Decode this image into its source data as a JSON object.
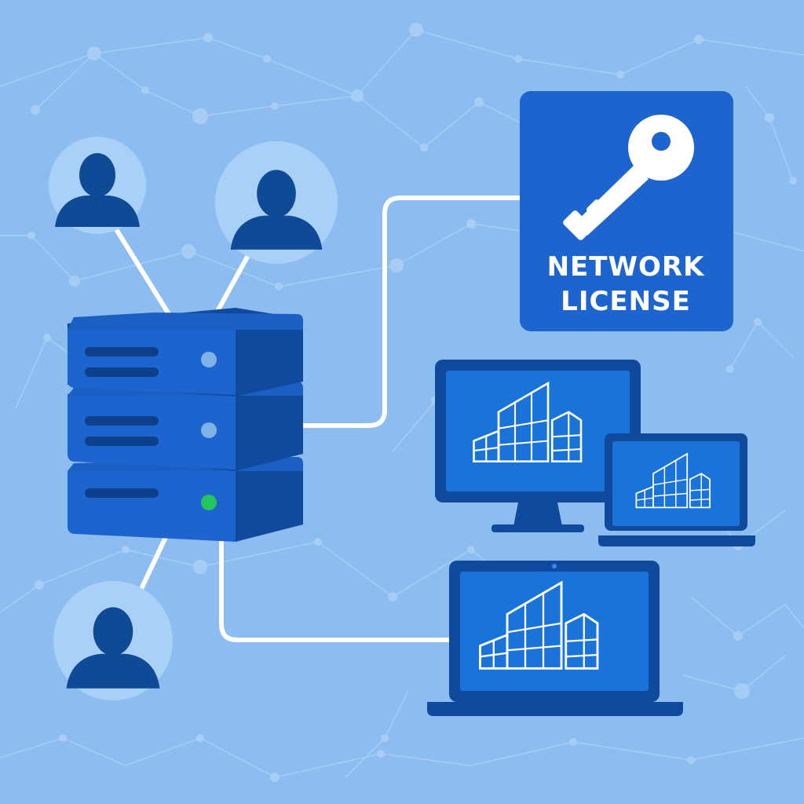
{
  "license_card": {
    "line1": "NETWORK",
    "line2": "LICENSE",
    "icon": "key-icon"
  },
  "server": {
    "status_colors": [
      "#7fb3e8",
      "#7fb3e8",
      "#22c55e"
    ]
  },
  "users": [
    {
      "icon": "user-icon"
    },
    {
      "icon": "user-icon"
    },
    {
      "icon": "user-icon"
    }
  ],
  "devices": [
    {
      "type": "desktop-monitor",
      "icon": "building-icon"
    },
    {
      "type": "small-laptop",
      "icon": "building-icon"
    },
    {
      "type": "large-laptop",
      "icon": "building-icon"
    }
  ],
  "colors": {
    "background": "#8dbdf0",
    "primary": "#1d64cf",
    "dark": "#0f4a9f",
    "screen": "#1a73d9",
    "avatar_bg": "#a9d1f7",
    "avatar_fg": "#0e4a96",
    "connector": "#ffffff"
  }
}
